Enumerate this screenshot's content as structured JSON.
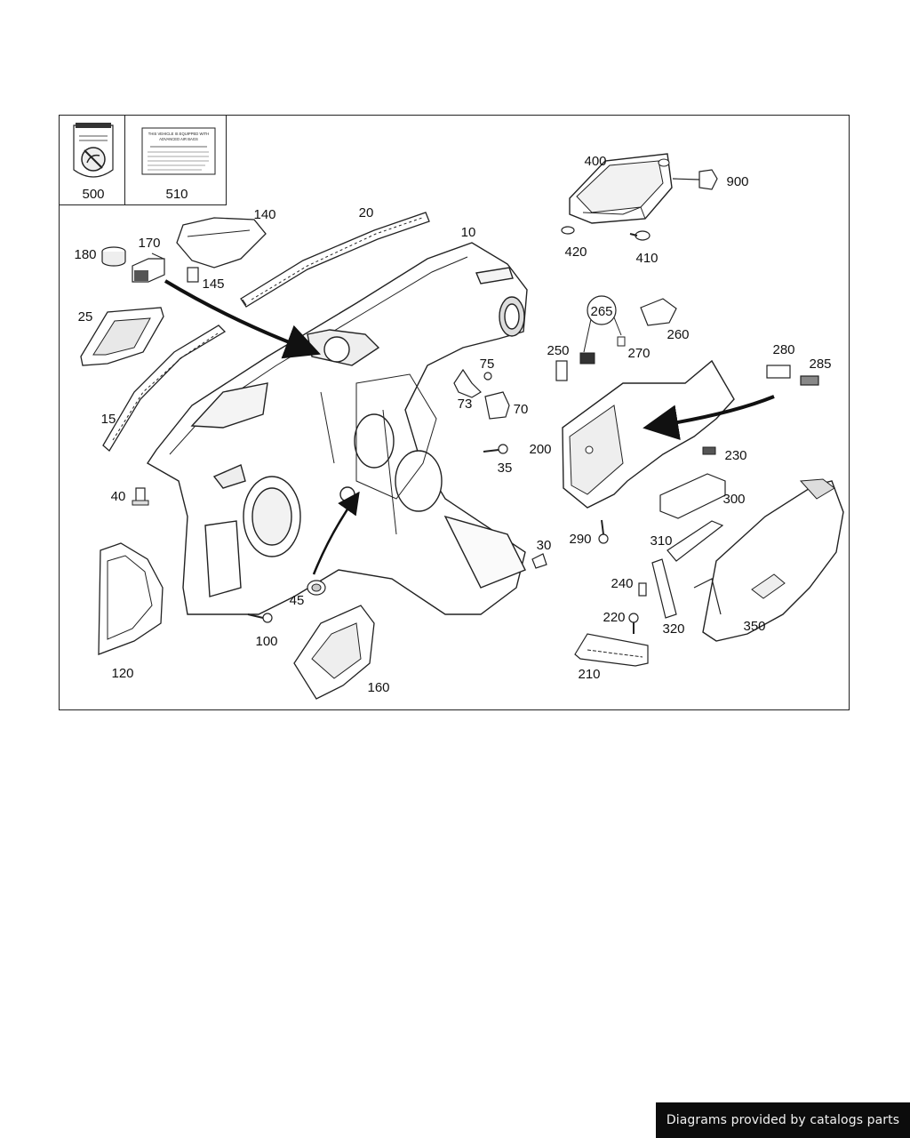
{
  "labels": {
    "label_500": {
      "callout": "500"
    },
    "label_510": {
      "callout": "510",
      "heading_line1": "THIS VEHICLE IS EQUIPPED WITH",
      "heading_line2": "ADVANCED AIR BAGS"
    }
  },
  "callouts": [
    {
      "id": "10",
      "text": "10"
    },
    {
      "id": "15",
      "text": "15"
    },
    {
      "id": "20",
      "text": "20"
    },
    {
      "id": "25",
      "text": "25"
    },
    {
      "id": "30",
      "text": "30"
    },
    {
      "id": "35",
      "text": "35"
    },
    {
      "id": "40",
      "text": "40"
    },
    {
      "id": "45",
      "text": "45"
    },
    {
      "id": "70",
      "text": "70"
    },
    {
      "id": "73",
      "text": "73"
    },
    {
      "id": "75",
      "text": "75"
    },
    {
      "id": "100",
      "text": "100"
    },
    {
      "id": "120",
      "text": "120"
    },
    {
      "id": "140",
      "text": "140"
    },
    {
      "id": "145",
      "text": "145"
    },
    {
      "id": "160",
      "text": "160"
    },
    {
      "id": "170",
      "text": "170"
    },
    {
      "id": "180",
      "text": "180"
    },
    {
      "id": "200",
      "text": "200"
    },
    {
      "id": "210",
      "text": "210"
    },
    {
      "id": "220",
      "text": "220"
    },
    {
      "id": "230",
      "text": "230"
    },
    {
      "id": "240",
      "text": "240"
    },
    {
      "id": "250",
      "text": "250"
    },
    {
      "id": "260",
      "text": "260"
    },
    {
      "id": "265",
      "text": "265"
    },
    {
      "id": "270",
      "text": "270"
    },
    {
      "id": "280",
      "text": "280"
    },
    {
      "id": "285",
      "text": "285"
    },
    {
      "id": "290",
      "text": "290"
    },
    {
      "id": "300",
      "text": "300"
    },
    {
      "id": "310",
      "text": "310"
    },
    {
      "id": "320",
      "text": "320"
    },
    {
      "id": "350",
      "text": "350"
    },
    {
      "id": "400",
      "text": "400"
    },
    {
      "id": "410",
      "text": "410"
    },
    {
      "id": "420",
      "text": "420"
    },
    {
      "id": "900",
      "text": "900"
    }
  ],
  "footer": {
    "text": "Diagrams provided by catalogs parts"
  }
}
